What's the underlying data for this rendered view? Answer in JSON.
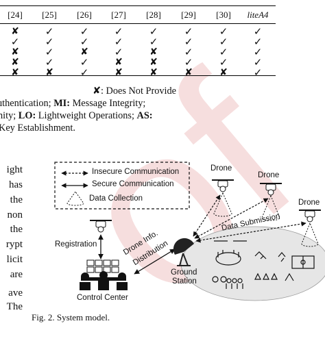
{
  "table": {
    "headers": [
      "[24]",
      "[25]",
      "[26]",
      "[27]",
      "[28]",
      "[29]",
      "[30]",
      "liteA4"
    ],
    "rows": [
      [
        "x",
        "✓",
        "✓",
        "✓",
        "✓",
        "✓",
        "✓",
        "✓"
      ],
      [
        "✓",
        "✓",
        "✓",
        "✓",
        "✓",
        "✓",
        "✓",
        "✓"
      ],
      [
        "x",
        "✓",
        "x",
        "✓",
        "x",
        "✓",
        "✓",
        "✓"
      ],
      [
        "x",
        "✓",
        "✓",
        "x",
        "x",
        "✓",
        "✓",
        "✓"
      ],
      [
        "x",
        "x",
        "✓",
        "x",
        "x",
        "x",
        "x",
        "✓"
      ]
    ]
  },
  "legend_text": {
    "line1": "✘: Does Not Provide",
    "line2a": "uthentication; ",
    "line2b": "MI:",
    "line2c": " Message Integrity;",
    "line3a": "nity; ",
    "line3b": "LO:",
    "line3c": " Lightweight Operations; ",
    "line3d": "AS:",
    "line4": "Key Establishment."
  },
  "left_column_fragments": [
    "ight",
    "has",
    "the",
    "non",
    "the",
    "rypt",
    "licit",
    "are",
    "ave",
    "The"
  ],
  "diagram": {
    "legend": {
      "insecure": "Insecure Communication",
      "secure": "Secure Communication",
      "collection": "Data Collection"
    },
    "drone_labels": [
      "Drone",
      "Drone",
      "Drone"
    ],
    "registration": "Registration",
    "drone_info_1": "Drone Info.",
    "drone_info_2": "Distribution",
    "data_submission": "Data Submission",
    "ground_1": "Ground",
    "ground_2": "Station",
    "control_center": "Control Center"
  },
  "caption": "Fig. 2.   System model.",
  "watermark_text": "of"
}
